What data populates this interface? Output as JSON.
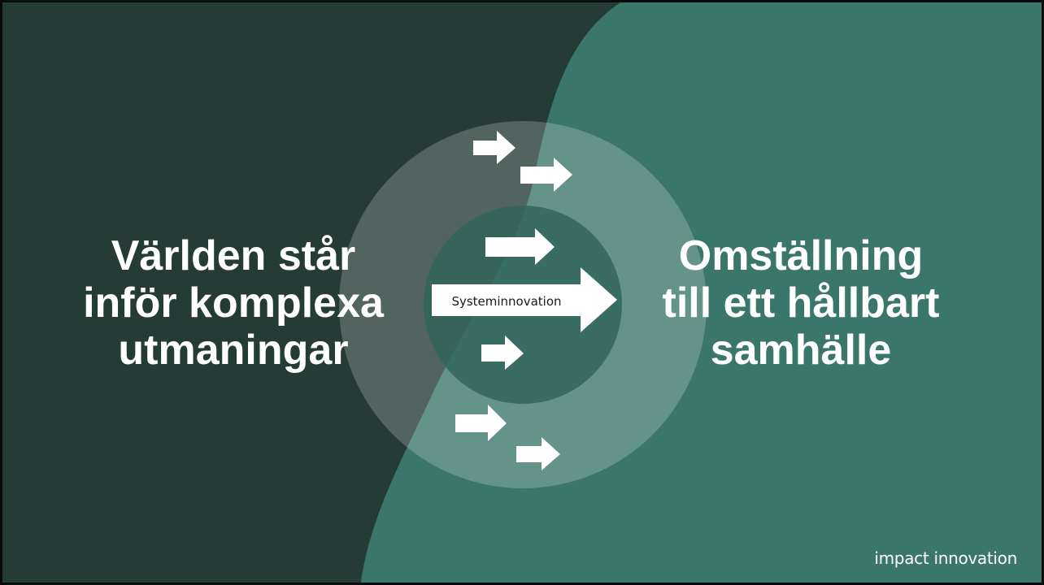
{
  "left_heading": [
    "Världen står",
    "inför komplexa",
    "utmaningar"
  ],
  "right_heading": [
    "Omställning",
    "till ett hållbart",
    "samhälle"
  ],
  "center_label": "Systeminnovation",
  "logo_text": "impact innovation",
  "colors": {
    "dark_green": "#243b36",
    "teal": "#3b766b",
    "white": "#ffffff"
  },
  "icons": [
    "arrow-right-icon"
  ]
}
